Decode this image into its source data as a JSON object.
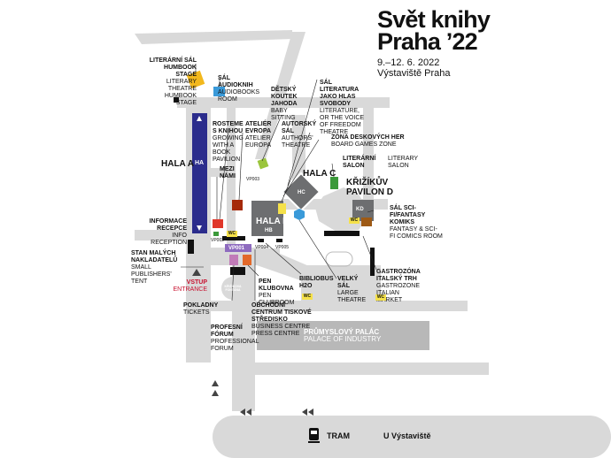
{
  "title": {
    "line1": "Svět knihy",
    "line2": "Praha ’22",
    "dates": "9.–12. 6. 2022",
    "place": "Výstaviště Praha"
  },
  "venues": {
    "literarni_sal": {
      "cz": "LITERÁRNÍ SÁL HUMBOOK STAGE",
      "en": "LITERARY THEATRE HUMBOOK STAGE",
      "color": "#f2b81d"
    },
    "audioknih": {
      "cz": "SÁL AUDIOKNIH",
      "en": "AUDIOBOOKS ROOM",
      "color": "#3a9ad9"
    },
    "detsky_koutek": {
      "cz": "DĚTSKÝ KOUTEK JAHODA",
      "en": "BABY SITTING"
    },
    "sal_literatura": {
      "cz": "SÁL LITERATURA JAKO HLAS SVOBODY",
      "en": "LITERATURE, OR THE VOICE OF FREEDOM THEATRE"
    },
    "rosteme": {
      "cz": "ROSTEME S KNIHOU",
      "en": "GROWING WITH A BOOK PAVILION"
    },
    "atelier": {
      "cz": "ATELIÉR EVROPA",
      "en": "ATELIER EUROPA"
    },
    "autorsky": {
      "cz": "AUTORSKÝ SÁL",
      "en": "AUTHORS' THEATRE"
    },
    "deskovych": {
      "cz": "ZÓNA DESKOVÝCH HER",
      "en": "BOARD GAMES ZONE"
    },
    "hala_c": {
      "cz": "HALA C",
      "badge": "HC"
    },
    "literarni_salon": {
      "cz": "LITERÁRNÍ SALON",
      "en": "LITERARY SALON"
    },
    "krizikuv": {
      "cz": "KŘIŽÍKŮV PAVILON D",
      "badge": "KD"
    },
    "hala_a": {
      "cz": "HALA A",
      "badge": "HA"
    },
    "mezi_nami": {
      "cz": "MEZI NÁMI"
    },
    "hala_b": {
      "cz": "HALA B",
      "badge": "HB"
    },
    "scifi": {
      "cz": "SÁL SCI-FI/FANTASY KOMIKS",
      "en": "FANTASY & SCI-FI COMICS ROOM"
    },
    "informace": {
      "cz": "INFORMACE RECEPCE",
      "en": "INFO RECEPTION"
    },
    "stan": {
      "cz": "STAN MALÝCH NAKLADATELŮ",
      "en": "SMALL PUBLISHERS' TENT"
    },
    "vstup": {
      "cz": "VSTUP",
      "en": "ENTRANCE"
    },
    "pen": {
      "cz": "PEN KLUBOVNA",
      "en": "PEN CLUBROOM"
    },
    "bibliobus": {
      "cz": "BIBLIOBUS H2O"
    },
    "velky_sal": {
      "cz": "VELKÝ SÁL",
      "en": "LARGE THEATRE"
    },
    "gastro": {
      "cz": "GASTROZÓNA ITALSKÝ TRH",
      "en": "GASTROZONE ITALIAN MARKET"
    },
    "pokladny": {
      "cz": "POKLADNY",
      "en": "TICKETS"
    },
    "profesni": {
      "cz": "PROFESNÍ FÓRUM",
      "en": "PROFESSIONAL FORUM"
    },
    "obchodni": {
      "cz": "OBCHODNÍ CENTRUM TISKOVÉ STŘEDISKO",
      "en": "BUSINESS CENTRE PRESS CENTRE"
    },
    "prumyslovy": {
      "cz": "PRŮMYSLOVÝ PALÁC",
      "en": "PALACE OF INDUSTRY"
    },
    "fountain": {
      "cz": "KŘIŽÍKOVA FONTÁNA"
    },
    "tram": {
      "label": "TRAM",
      "stop": "U Výstaviště"
    }
  },
  "vp": [
    "VP001",
    "VP002",
    "VP003",
    "VP004",
    "VP005"
  ],
  "wc": "WC",
  "colors": {
    "hala_a": "#2b2c8c",
    "vp001": "#8e6bbf",
    "hala_b": "#6d6e70",
    "road": "#d9d9d9",
    "wc": "#f5e14a"
  }
}
